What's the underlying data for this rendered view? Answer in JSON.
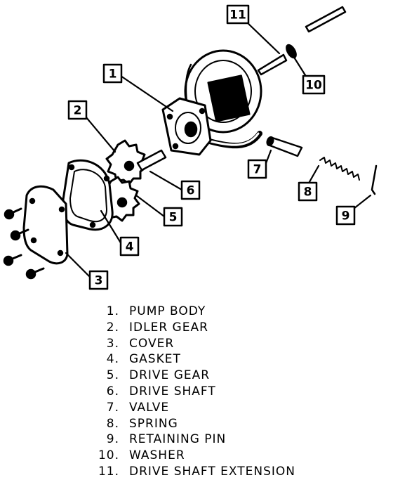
{
  "diagram": {
    "callouts": [
      "1",
      "2",
      "3",
      "4",
      "5",
      "6",
      "7",
      "8",
      "9",
      "10",
      "11"
    ]
  },
  "legend": [
    {
      "num": "1.",
      "text": "PUMP BODY"
    },
    {
      "num": "2.",
      "text": "IDLER GEAR"
    },
    {
      "num": "3.",
      "text": "COVER"
    },
    {
      "num": "4.",
      "text": "GASKET"
    },
    {
      "num": "5.",
      "text": "DRIVE GEAR"
    },
    {
      "num": "6.",
      "text": "DRIVE SHAFT"
    },
    {
      "num": "7.",
      "text": "VALVE"
    },
    {
      "num": "8.",
      "text": "SPRING"
    },
    {
      "num": "9.",
      "text": "RETAINING PIN"
    },
    {
      "num": "10.",
      "text": "WASHER"
    },
    {
      "num": "11.",
      "text": "DRIVE SHAFT EXTENSION"
    }
  ]
}
